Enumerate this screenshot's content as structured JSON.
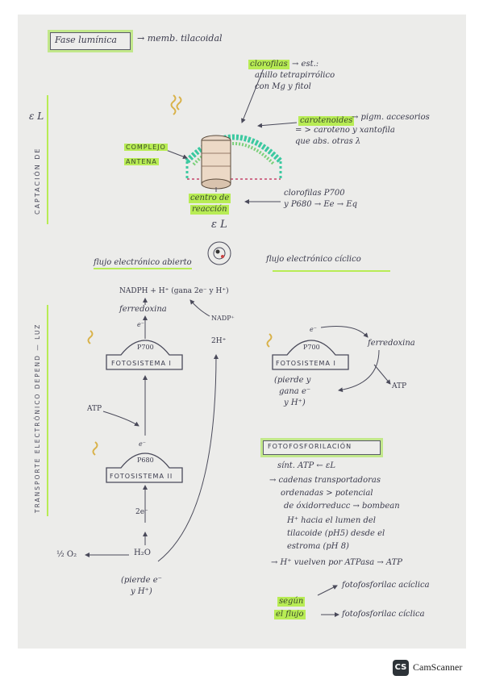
{
  "page": {
    "title": "Fase lumínica",
    "title_note": "→ memb. tilacoidal"
  },
  "side_labels": {
    "captacion": "CAPTACIÓN DE",
    "captacion_symbol": "ε L",
    "transporte": "TRANSPORTE ELECTRÓNICO DEPEND — LUZ"
  },
  "antenna": {
    "clorofila_label": "clorofilas",
    "clorofila_desc_1": "→ est.:",
    "clorofila_desc_2": "anillo tetrapirrólico",
    "clorofila_desc_3": "con Mg y fitol",
    "carotenoides_label": "carotenoides",
    "carotenoides_desc_1": "→ pigm. accesorios",
    "carotenoides_desc_2": "= > caroteno y xantofila",
    "carotenoides_desc_3": "que abs. otras λ",
    "complejo_1": "COMPLEJO",
    "complejo_2": "ANTENA",
    "centro_1": "centro de",
    "centro_2": "reacción",
    "clorofilas_desc_1": "clorofilas P700",
    "clorofilas_desc_2": "y P680 → Ee → Eq",
    "energy_symbol": "ε L"
  },
  "open_flow": {
    "title": "flujo electrónico abierto",
    "nadph": "NADPH + H⁺ (gana 2e⁻ y H⁺)",
    "ferredoxina": "ferredoxina",
    "electron": "e⁻",
    "nadp": "NADP⁺",
    "protons": "2H⁺",
    "p700": "P700",
    "fotosistema1": "FOTOSISTEMA I",
    "atp": "ATP",
    "electron2": "e⁻",
    "p680": "P680",
    "fotosistema2": "FOTOSISTEMA II",
    "two_e": "2e⁻",
    "oxygen": "½ O₂",
    "water": "H₂O",
    "pierde_1": "(pierde e⁻",
    "pierde_2": "y H⁺)"
  },
  "cyclic_flow": {
    "title": "flujo electrónico cíclico",
    "electron": "e⁻",
    "p700": "P700",
    "fotosistema1": "FOTOSISTEMA I",
    "ferredoxina": "ferredoxina",
    "atp": "ATP",
    "pierde_1": "(pierde y",
    "pierde_2": "gana e⁻",
    "pierde_3": "y H⁺)"
  },
  "fotofosforilacion": {
    "title": "FOTOFOSFORILACIÓN",
    "line1": "sínt. ATP ← εL",
    "line2": "→ cadenas transportadoras",
    "line3": "ordenadas > potencial",
    "line4": "de óxidorreducc → bombean",
    "line5": "H⁺ hacia el lumen del",
    "line6": "tilacoide (pH5) desde el",
    "line7": "estroma (pH 8)",
    "line8": "→ H⁺ vuelven por ATPasa → ATP",
    "segun_1": "según",
    "segun_2": "el flujo",
    "type1": "fotofosforilac acíclica",
    "type2": "fotofosforilac cíclica"
  },
  "watermark": {
    "logo": "CS",
    "text": "CamScanner"
  },
  "colors": {
    "highlight": "#b8ec55",
    "ink": "#3a3a4c",
    "paper": "#ececea"
  }
}
